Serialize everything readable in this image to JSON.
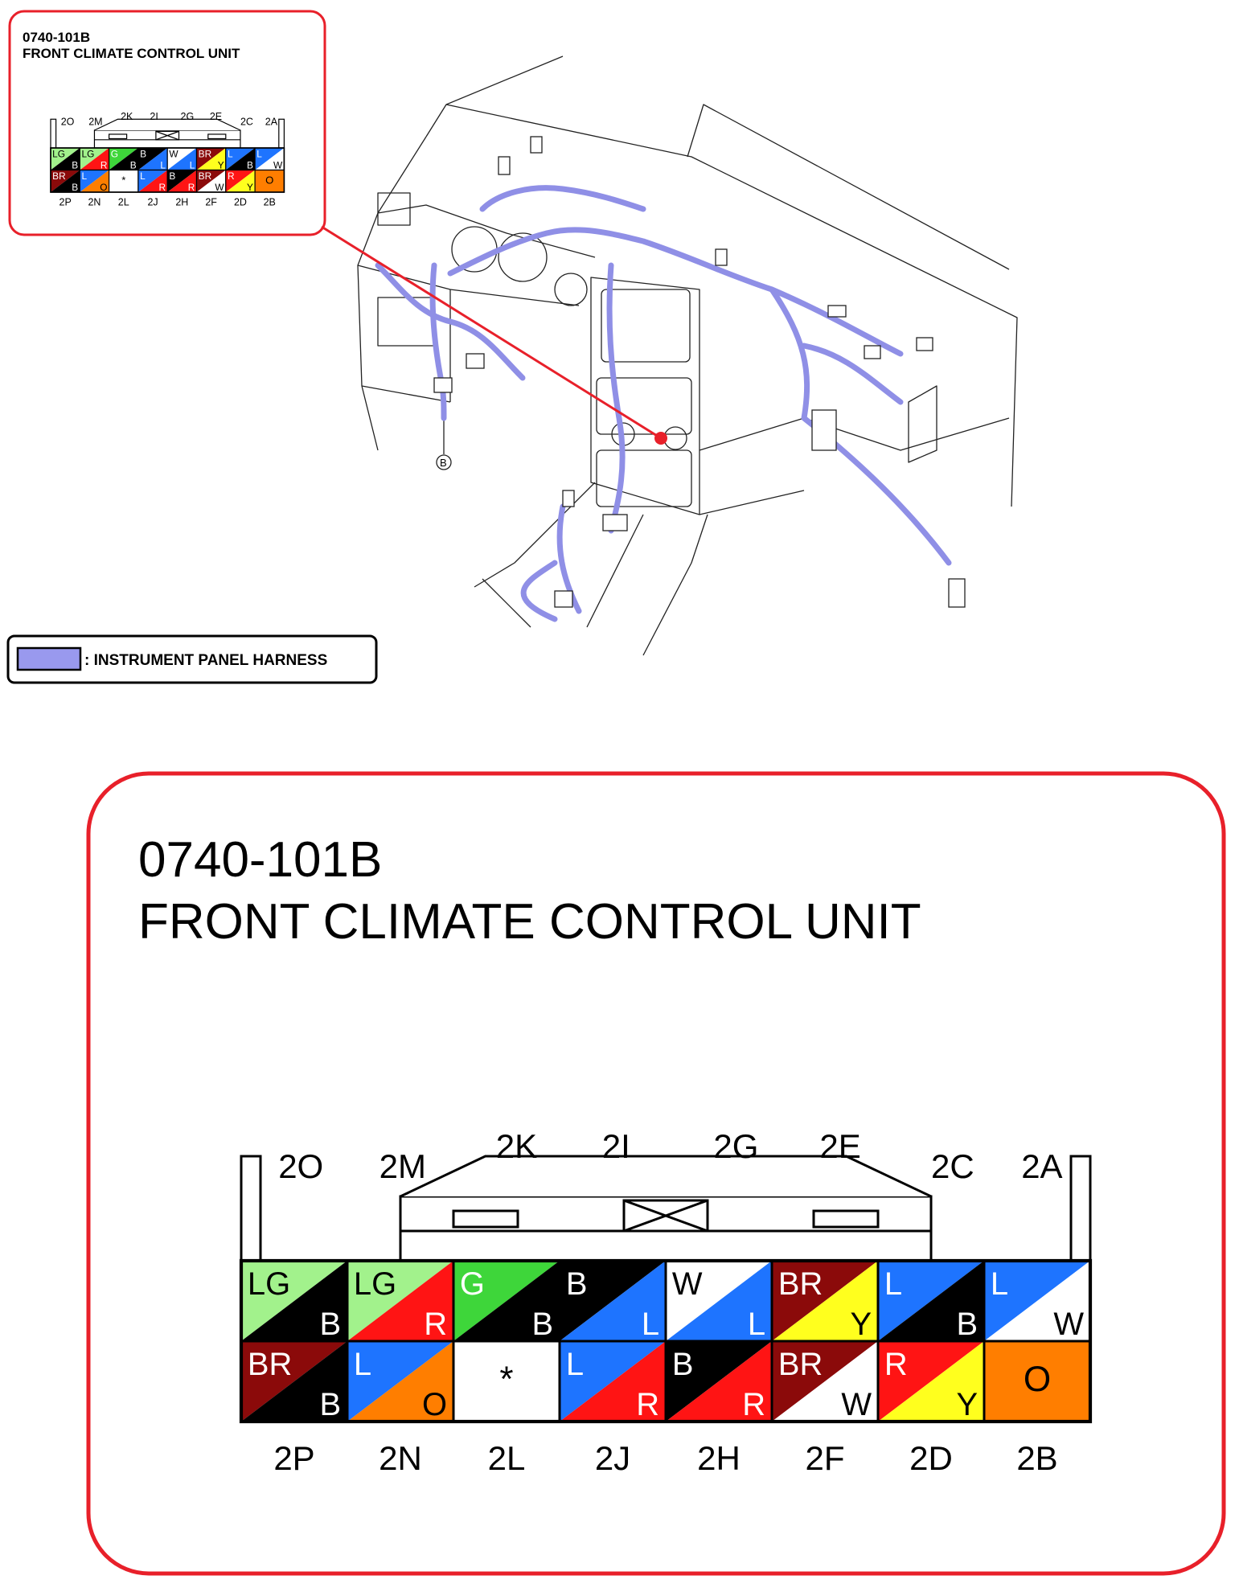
{
  "callout_small": {
    "code": "0740-101B",
    "title": "FRONT CLIMATE CONTROL UNIT"
  },
  "callout_large": {
    "code": "0740-101B",
    "title": "FRONT CLIMATE CONTROL UNIT"
  },
  "ground_marker": "B",
  "legend": {
    "label": ": INSTRUMENT PANEL HARNESS",
    "swatch_color": "#9999ee"
  },
  "connector": {
    "top_labels": [
      "2O",
      "2M",
      "2K",
      "2I",
      "2G",
      "2E",
      "2C",
      "2A"
    ],
    "bottom_labels": [
      "2P",
      "2N",
      "2L",
      "2J",
      "2H",
      "2F",
      "2D",
      "2B"
    ],
    "top_row": [
      {
        "primary": "LG",
        "secondary": "B"
      },
      {
        "primary": "LG",
        "secondary": "R"
      },
      {
        "primary": "G",
        "secondary": "B"
      },
      {
        "primary": "B",
        "secondary": "L"
      },
      {
        "primary": "W",
        "secondary": "L"
      },
      {
        "primary": "BR",
        "secondary": "Y"
      },
      {
        "primary": "L",
        "secondary": "B"
      },
      {
        "primary": "L",
        "secondary": "W"
      }
    ],
    "bottom_row": [
      {
        "primary": "BR",
        "secondary": "B"
      },
      {
        "primary": "L",
        "secondary": "O"
      },
      {
        "primary": "*",
        "secondary": ""
      },
      {
        "primary": "L",
        "secondary": "R"
      },
      {
        "primary": "B",
        "secondary": "R"
      },
      {
        "primary": "BR",
        "secondary": "W"
      },
      {
        "primary": "R",
        "secondary": "Y"
      },
      {
        "primary": "O",
        "secondary": ""
      }
    ]
  },
  "colors": {
    "callout_border": "#e8202a",
    "harness": "#9999ee",
    "LG": "#a2f28c",
    "G": "#3ed63a",
    "B": "#000000",
    "R": "#ff1414",
    "W": "#ffffff",
    "BR": "#8b0a0a",
    "Y": "#ffff1e",
    "L": "#1e74ff",
    "O": "#ff7e00"
  }
}
